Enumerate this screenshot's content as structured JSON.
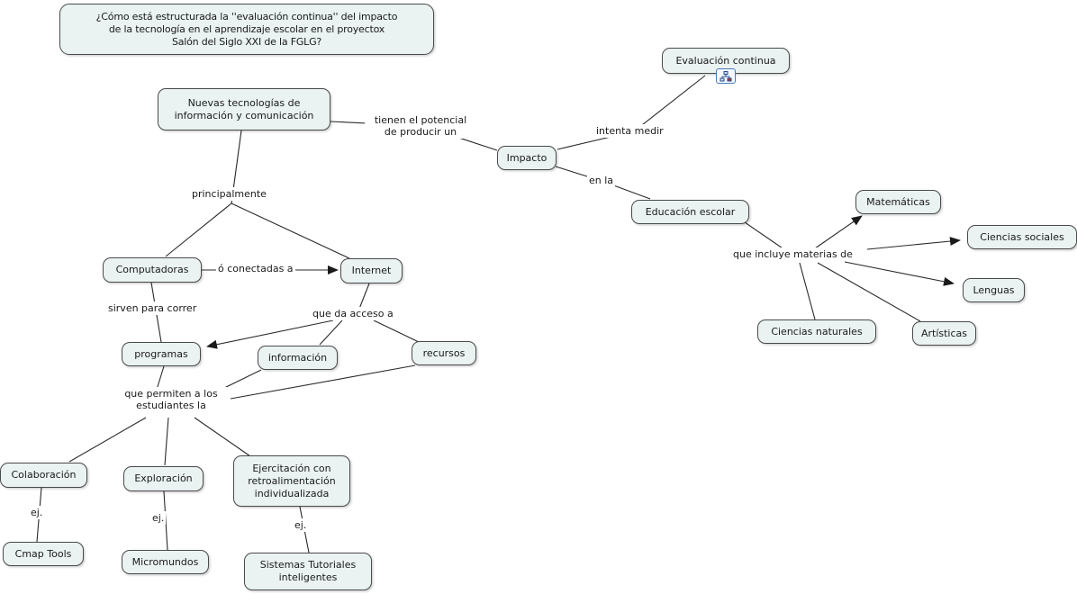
{
  "concept_map": {
    "nodes": {
      "question": "¿Cómo está estructurada la ''evaluación continua'' del impacto\nde la tecnología en el aprendizaje escolar en el proyectox\nSalón del Siglo XXI de la FGLG?",
      "nuevas_tecnologias": "Nuevas tecnologías de\ninformación y comunicación",
      "evaluacion_continua": "Evaluación continua",
      "impacto": "Impacto",
      "educacion_escolar": "Educación escolar",
      "matematicas": "Matemáticas",
      "ciencias_sociales": "Ciencias sociales",
      "lenguas": "Lenguas",
      "artisticas": "Artísticas",
      "ciencias_naturales": "Ciencias naturales",
      "computadoras": "Computadoras",
      "internet": "Internet",
      "programas": "programas",
      "informacion": "información",
      "recursos": "recursos",
      "colaboracion": "Colaboración",
      "exploracion": "Exploración",
      "ejercitacion": "Ejercitación con\nretroalimentación\nindividualizada",
      "cmap_tools": "Cmap Tools",
      "micromundos": "Micromundos",
      "sistemas_tutoriales": "Sistemas Tutoriales\ninteligentes"
    },
    "link_labels": {
      "tienen_el_potencial": "tienen el potencial\nde producir un",
      "intenta_medir": "intenta medir",
      "en_la": "en la",
      "que_incluye_materias": "que incluye materias de",
      "principalmente": "principalmente",
      "o_conectadas_a": "ó conectadas a",
      "sirven_para_correr": "sirven para correr",
      "que_da_acceso_a": "que da acceso a",
      "que_permiten": "que permiten a los\nestudiantes la",
      "ej_colaboracion": "ej.",
      "ej_exploracion": "ej.",
      "ej_ejercitacion": "ej."
    },
    "icons": {
      "resource_icon": "concept-map-resource-icon"
    },
    "colors": {
      "background": "#ffffff",
      "node_fill": "#eaf2f2",
      "node_border": "#4a4a4a",
      "line": "#2a2a2a",
      "resource_icon_border": "#4a7ab5"
    }
  }
}
